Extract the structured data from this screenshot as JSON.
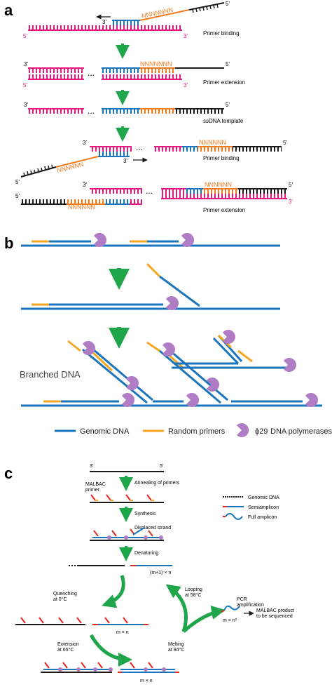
{
  "colors": {
    "pink": "#e8177d",
    "blue": "#1a75bc",
    "orange": "#f47b20",
    "black": "#1a1a1a",
    "green": "#1fa54a",
    "yellow": "#f5a623",
    "purple": "#b07cc6",
    "red": "#e3261f"
  },
  "panel_a": {
    "label": "a",
    "strand_3": "3'",
    "strand_5": "5'",
    "random_seq": "NNNNNNN",
    "random_seq_short": "NNNNNN",
    "steps": [
      "Primer binding",
      "Primer extension",
      "ssDNA template",
      "Primer binding",
      "Primer extension"
    ]
  },
  "panel_b": {
    "label": "b",
    "branched_label": "Branched DNA",
    "legend": {
      "genomic": "Genomic DNA",
      "primers": "Random primers",
      "polymerase_symbol": "ϕ29",
      "polymerase": "DNA polymerases"
    }
  },
  "panel_c": {
    "label": "c",
    "strand_3": "3'",
    "strand_5": "5'",
    "malbac_primer": [
      "MALBAC",
      "primer"
    ],
    "annealing": "Annealing of primers",
    "synthesis": "Synthesis",
    "displaced": "Displaced strand",
    "denaturing": "Denaturing",
    "m1n": "(m+1) × n",
    "legend": {
      "genomic": "Genomic DNA",
      "semiamplicon": "Semiamplicon",
      "full": "Full amplicon"
    },
    "quenching": [
      "Quenching",
      "at 0°C"
    ],
    "looping": [
      "Looping",
      "at 58°C"
    ],
    "extension": [
      "Extension",
      "at 65°C"
    ],
    "melting": [
      "Melting",
      "at 94°C"
    ],
    "pcr": [
      "PCR",
      "amplification"
    ],
    "product": [
      "MALBAC product",
      "to be sequenced"
    ],
    "mxn": "m × n",
    "mxn2": "m × n²",
    "mxn_bottom": "m × n"
  }
}
